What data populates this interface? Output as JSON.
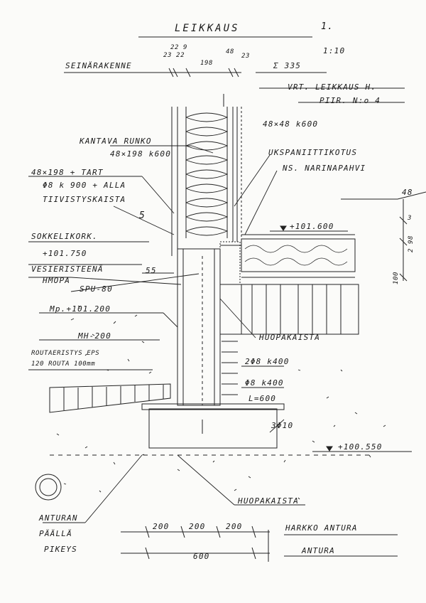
{
  "title": "LEIKKAUS",
  "sheet_number": "1.",
  "scale": "1:10",
  "wall": {
    "label": "SEINÄRAKENNE",
    "dim_22_9": "22 9",
    "dim_23_22": "23 22",
    "dim_198": "198",
    "dim_48": "48",
    "dim_23": "23",
    "total": "Σ 335"
  },
  "labels": {
    "ref_section": "VRT. LEIKKAUS H.",
    "ref_drawing": "PIIR. N:o 4",
    "stud_48_48": "48×48 k600",
    "frame": "KANTAVA RUNKO",
    "frame_dim": "48×198 k600",
    "wind_board": "UKSPANIITTIKOTUS",
    "floor_plate": "NS. NARINAPAHVI",
    "plate_48_198": "48×198 + TART",
    "anchor": "Φ8 k 900 + ALLA",
    "seal_strip": "TIIVISTYSKAISTA",
    "right_48": "48",
    "plinth": "SOKKELIKORK.",
    "plinth_level": "+101.750",
    "floor_level": "+101.600",
    "waterproof": "VESIERISTEENÄ",
    "cavity": "HMOPA",
    "spu": "SPU-80",
    "dim_55": "55",
    "block_level": "Mp.+101.200",
    "block_type": "MH-200",
    "vent_strip": "HUOPAKAISTA",
    "frost_ins": "ROUTAERISTYS EPS",
    "frost_dim": "120 ROUTA 100mm",
    "rebar1": "2Φ8 k400",
    "rebar2": "Φ8 k400",
    "rebar3": "L=600",
    "rebar4": "3Φ10",
    "footing_level": "+100.550",
    "felt_strip": "HUOPAKAISTA",
    "dim_5": "5",
    "dim_3": "3",
    "dim_98": "2 98",
    "dim_100": "100",
    "footing_label1": "ANTURAN",
    "footing_label2": "PÄÄLLÄ",
    "footing_label3": "PIKEYS",
    "dim_200_a": "200",
    "dim_200_b": "200",
    "dim_200_c": "200",
    "block_footing": "HARKKO ANTURA",
    "dim_600": "600",
    "footing": "ANTURA"
  }
}
